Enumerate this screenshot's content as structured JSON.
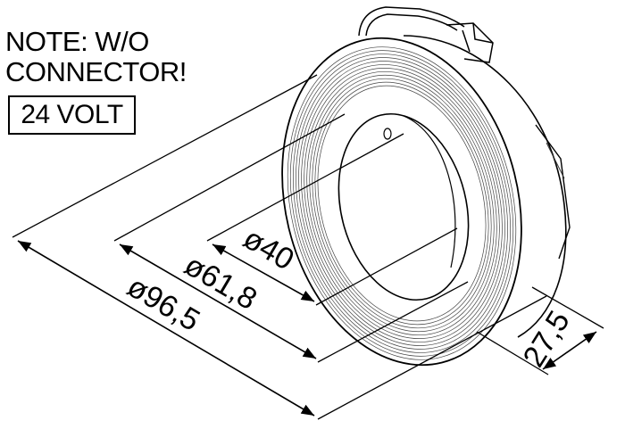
{
  "note": {
    "line1": "NOTE: W/O",
    "line2": "CONNECTOR!"
  },
  "voltage_label": "24 VOLT",
  "dimensions": {
    "outer_diameter": "ø96,5",
    "coil_diameter": "ø61,8",
    "inner_diameter": "ø40",
    "thickness": "27,5"
  },
  "colors": {
    "ink": "#000000",
    "thin_line": "#333333",
    "background": "#ffffff"
  }
}
